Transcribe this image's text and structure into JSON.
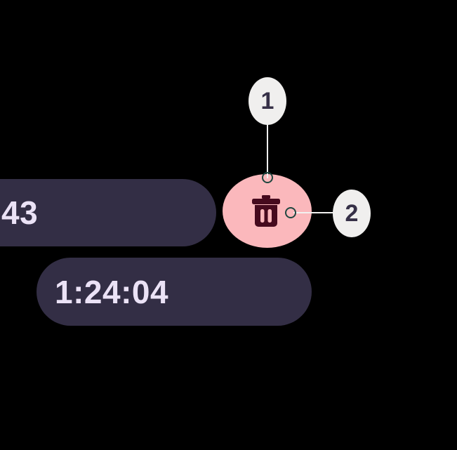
{
  "background_color": "#000000",
  "theme": {
    "pill_background": "#332E45",
    "pill_text": "#EBE2F6",
    "accent_pink": "#FBB8BC",
    "trash_icon_color": "#460A1E",
    "badge_background": "#F0EFEE",
    "badge_text": "#363047",
    "connector_line": "#F2F1F0",
    "anchor_stroke": "#1F4740"
  },
  "timers": [
    {
      "id": "timer-row-top",
      "value": "43",
      "clipped": "true"
    },
    {
      "id": "timer-row-bottom",
      "value": "1:24:04",
      "clipped": "false"
    }
  ],
  "delete_button": {
    "icon": "trash-icon",
    "label": "Delete",
    "color": "#FBB8BC"
  },
  "callouts": [
    {
      "number": "1",
      "target": "delete-button-top-anchor"
    },
    {
      "number": "2",
      "target": "delete-button-right-anchor"
    }
  ]
}
